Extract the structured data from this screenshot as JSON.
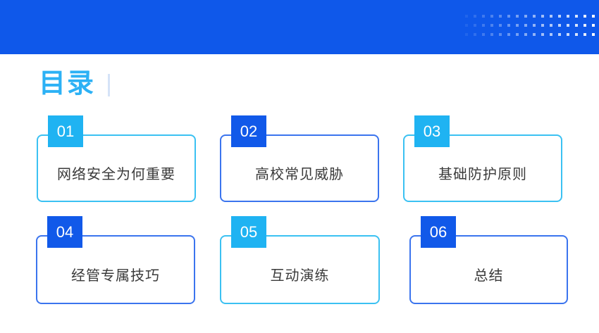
{
  "slide": {
    "title": "目录"
  },
  "theme": {
    "header_blue": "#0f58ea",
    "accent_blue": "#1159e9",
    "accent_cyan": "#1fb3f2",
    "border_blue": "#3b74ee",
    "border_cyan": "#3bc1f2",
    "title_color": "#2cb1f5",
    "divider_color": "#d5e3f7",
    "text_dark": "#3a3a3a"
  },
  "decoration": {
    "dot_grid": {
      "rows": 3,
      "cols": 16,
      "dot_color": "#ffffff"
    }
  },
  "sections": [
    {
      "number": "01",
      "title": "网络安全为何重要",
      "accent": "cyan"
    },
    {
      "number": "02",
      "title": "高校常见威胁",
      "accent": "blue"
    },
    {
      "number": "03",
      "title": "基础防护原则",
      "accent": "cyan"
    },
    {
      "number": "04",
      "title": "经管专属技巧",
      "accent": "blue"
    },
    {
      "number": "05",
      "title": "互动演练",
      "accent": "cyan"
    },
    {
      "number": "06",
      "title": "总结",
      "accent": "blue"
    }
  ]
}
